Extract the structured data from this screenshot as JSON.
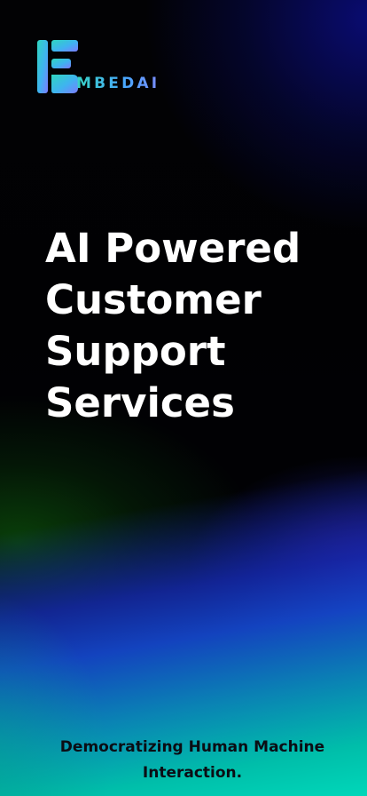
{
  "brand": {
    "logo_icon": "embedai-e-logo-icon",
    "logo_text": "MBEDAI",
    "colors": [
      "#36d3c4",
      "#4aa6ff",
      "#7b8cff"
    ]
  },
  "hero": {
    "headline_lines": [
      "AI Powered",
      "Customer",
      "Support",
      "Services"
    ]
  },
  "footer": {
    "tagline_lines": [
      "Democratizing Human Machine",
      "Interaction."
    ]
  },
  "theme": {
    "background": "#010203",
    "headline_color": "#ffffff",
    "tagline_color": "#0b0d14",
    "gradient_blue": "#1446c8",
    "gradient_teal": "#00d7b9",
    "gradient_green": "#0a460a"
  }
}
